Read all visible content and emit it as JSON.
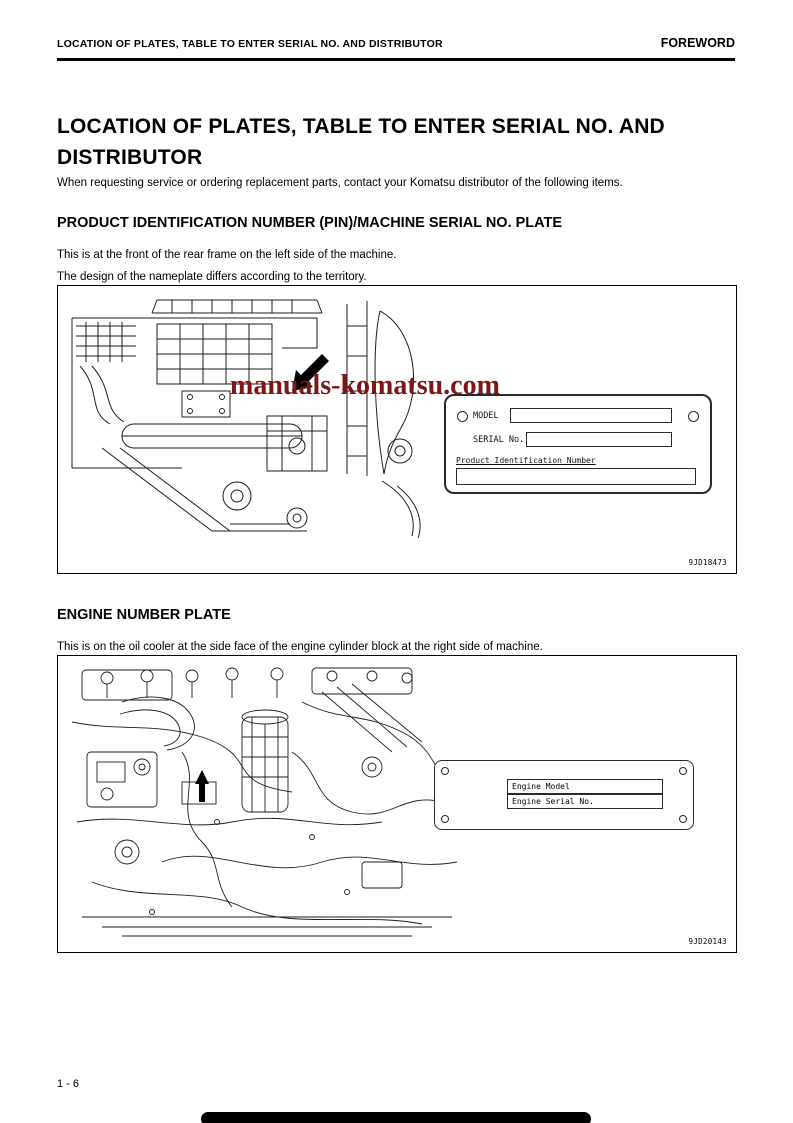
{
  "header": {
    "left": "LOCATION OF PLATES, TABLE TO ENTER SERIAL NO. AND DISTRIBUTOR",
    "right": "FOREWORD"
  },
  "title": "LOCATION OF PLATES, TABLE TO ENTER SERIAL NO. AND DISTRIBUTOR",
  "intro": "When requesting service or ordering replacement parts, contact your Komatsu distributor of the following items.",
  "section1": {
    "heading": "PRODUCT IDENTIFICATION NUMBER (PIN)/MACHINE SERIAL NO. PLATE",
    "line1": "This is at the front of the rear frame on the left side of the machine.",
    "line2": "The design of the nameplate differs according to the territory.",
    "figure": {
      "watermark": "manuals-komatsu.com",
      "plate": {
        "model_label": "MODEL",
        "serial_label": "SERIAL No.",
        "pin_label": "Product Identification Number"
      },
      "code": "9JD18473"
    }
  },
  "section2": {
    "heading": "ENGINE NUMBER PLATE",
    "line1": "This is on the oil cooler at the side face of the engine cylinder block at the right side of machine.",
    "figure": {
      "plate": {
        "model_label": "Engine Model",
        "serial_label": "Engine Serial No."
      },
      "code": "9JD20143"
    }
  },
  "footer": {
    "page": "1 - 6",
    "colors": {
      "watermark": "#7d1616",
      "ink": "#000000"
    }
  }
}
